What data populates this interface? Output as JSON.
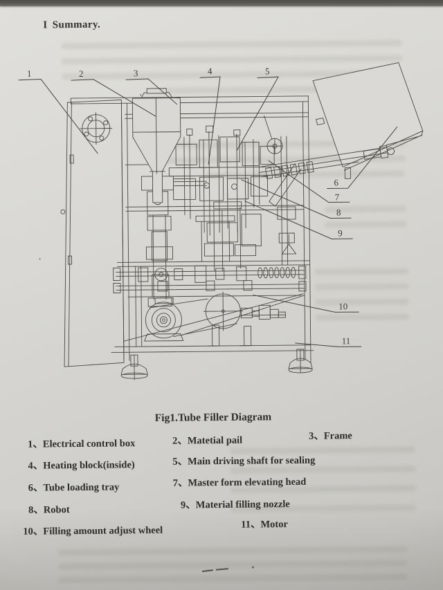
{
  "page": {
    "title": "I Summary.",
    "figure_caption": "Fig1.Tube Filler Diagram"
  },
  "figure": {
    "name": "Tube Filler Diagram",
    "callouts": [
      {
        "n": "1"
      },
      {
        "n": "2"
      },
      {
        "n": "3"
      },
      {
        "n": "4"
      },
      {
        "n": "5"
      },
      {
        "n": "6"
      },
      {
        "n": "7"
      },
      {
        "n": "8"
      },
      {
        "n": "9"
      },
      {
        "n": "10"
      },
      {
        "n": "11"
      }
    ]
  },
  "legend": {
    "items": [
      {
        "text": "1、Electrical control box"
      },
      {
        "text": "2、Matetial pail"
      },
      {
        "text": "3、Frame"
      },
      {
        "text": "4、Heating block(inside)"
      },
      {
        "text": "5、Main driving shaft for sealing"
      },
      {
        "text": "6、Tube loading tray"
      },
      {
        "text": "7、Master form elevating head"
      },
      {
        "text": "8、Robot"
      },
      {
        "text": "9、Material filling nozzle"
      },
      {
        "text": "10、Filling amount adjust wheel"
      },
      {
        "text": "11、Motor"
      }
    ]
  },
  "colors": {
    "paper": "#d9d8d4",
    "ink": "#2f2e2a",
    "line": "#4a4843",
    "photo_background": "#93928e"
  }
}
